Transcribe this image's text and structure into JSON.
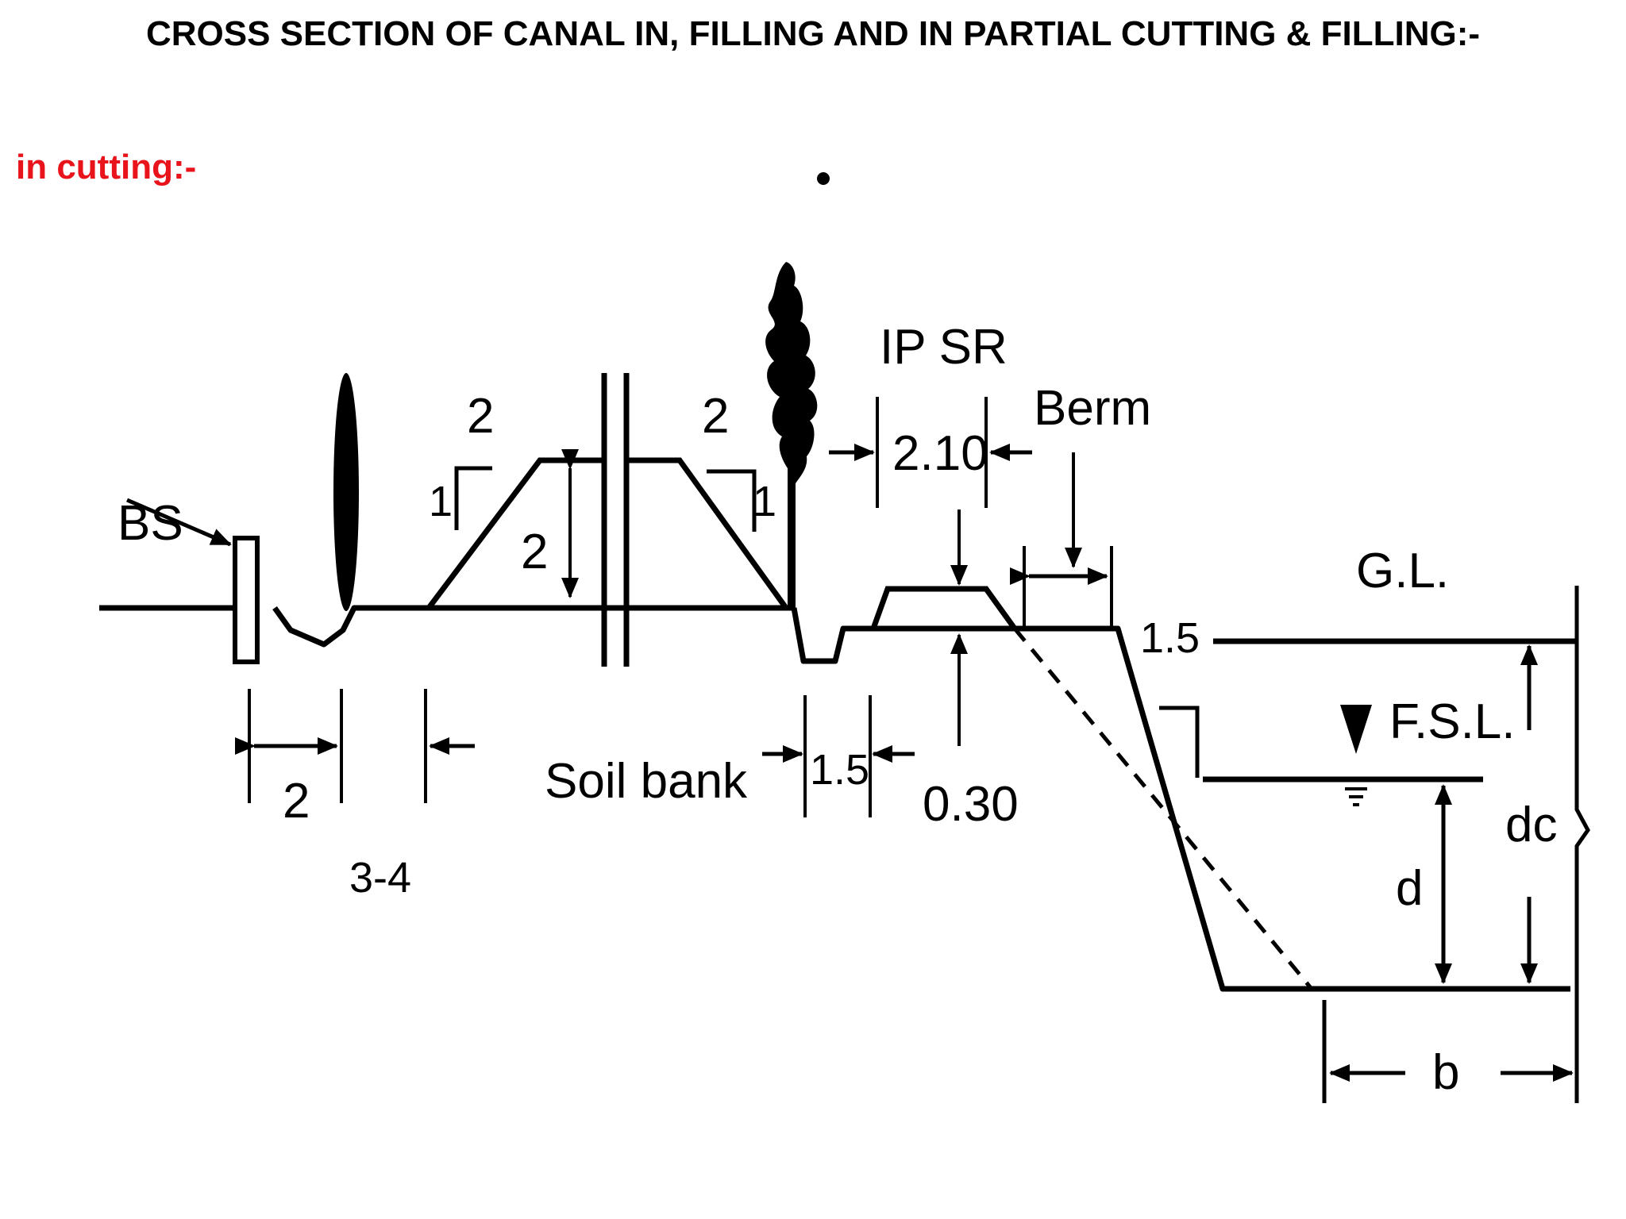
{
  "title": "CROSS SECTION OF CANAL IN, FILLING AND IN PARTIAL CUTTING & FILLING:-",
  "subtitle": "in cutting:-",
  "colors": {
    "subtitle": "#e8131b",
    "ink": "#000000",
    "background": "#ffffff"
  },
  "diagram": {
    "labels": {
      "bs": "BS",
      "slope_h_left": "2",
      "slope_v_left": "1",
      "bank_height": "2",
      "slope_h_right": "2",
      "slope_v_right": "1",
      "ip_sr": "IP SR",
      "road_width": "2.10",
      "berm": "Berm",
      "gl": "G.L.",
      "slope_ratio": "1.5",
      "fsl": "F.S.L.",
      "dc": "dc",
      "d": "d",
      "b": "b",
      "drain_width": "2",
      "gap_width": "3-4",
      "soil_bank": "Soil bank",
      "side_drain_width": "1.5",
      "road_height": "0.30"
    }
  }
}
